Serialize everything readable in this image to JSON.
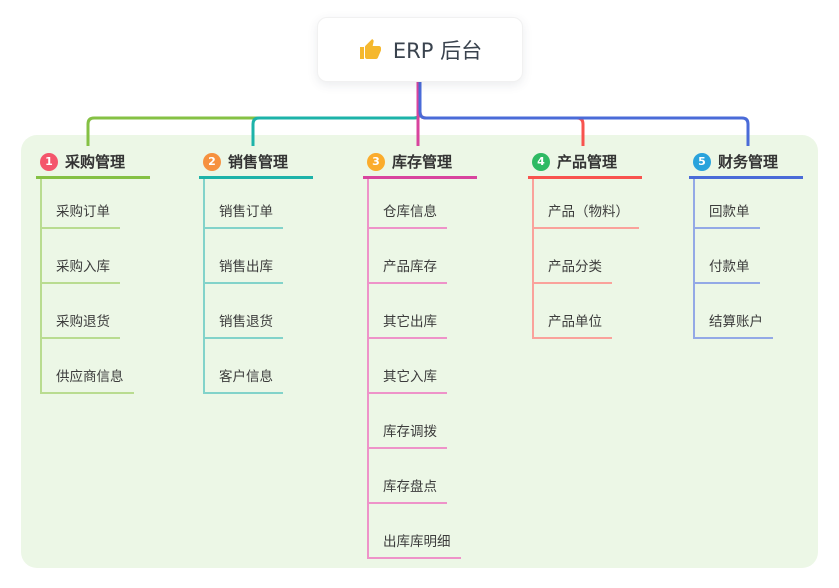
{
  "root": {
    "title": "ERP 后台",
    "icon": "thumbs-up"
  },
  "canvas": {
    "background": "#ffffff",
    "panel_background": "#ecf7e6",
    "root_line_color": "#4a6bd8",
    "root_title_color": "#3a434e",
    "header_text_color": "#333333",
    "child_text_color": "#3c3c3c",
    "thumb_icon_color": "#f5b82e"
  },
  "branches": [
    {
      "number": "1",
      "title": "采购管理",
      "badge_color": "#f4566b",
      "line_color": "#85c144",
      "child_line_color": "#b9dc90",
      "children": [
        "采购订单",
        "采购入库",
        "采购退货",
        "供应商信息"
      ]
    },
    {
      "number": "2",
      "title": "销售管理",
      "badge_color": "#f6913f",
      "line_color": "#1db3a9",
      "child_line_color": "#82d3ca",
      "children": [
        "销售订单",
        "销售出库",
        "销售退货",
        "客户信息"
      ]
    },
    {
      "number": "3",
      "title": "库存管理",
      "badge_color": "#fbac2c",
      "line_color": "#d8449e",
      "child_line_color": "#ee93c9",
      "children": [
        "仓库信息",
        "产品库存",
        "其它出库",
        "其它入库",
        "库存调拨",
        "库存盘点",
        "出库库明细"
      ]
    },
    {
      "number": "4",
      "title": "产品管理",
      "badge_color": "#2eba63",
      "line_color": "#f8534e",
      "child_line_color": "#faa29b",
      "children": [
        "产品（物料）",
        "产品分类",
        "产品单位"
      ]
    },
    {
      "number": "5",
      "title": "财务管理",
      "badge_color": "#29a3dc",
      "line_color": "#4a6bd8",
      "child_line_color": "#93a9e6",
      "children": [
        "回款单",
        "付款单",
        "结算账户"
      ]
    }
  ]
}
